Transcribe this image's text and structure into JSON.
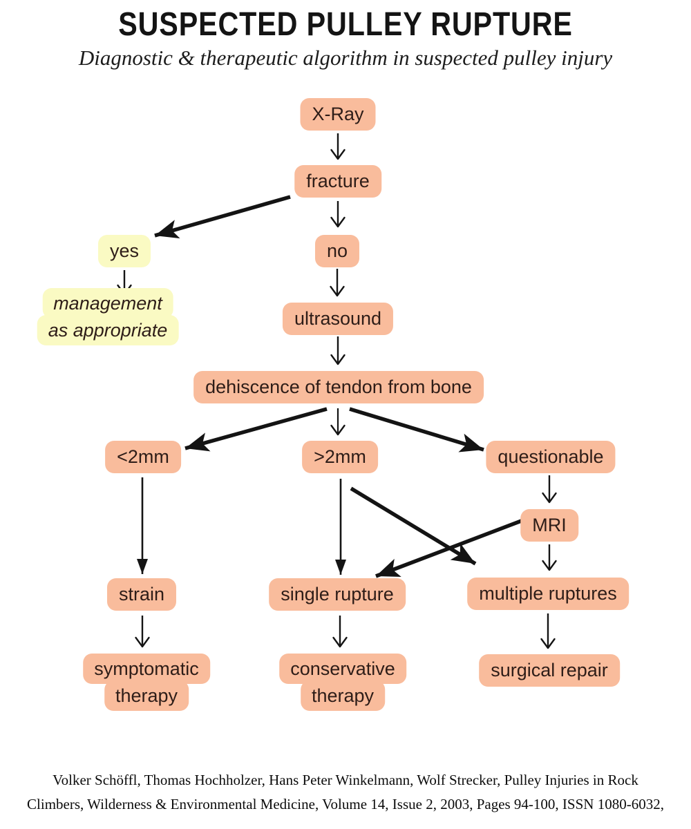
{
  "title": "SUSPECTED PULLEY RUPTURE",
  "subtitle": "Diagnostic & therapeutic algorithm in suspected pulley injury",
  "colors": {
    "node_fill": "#f9bc9c",
    "decision_fill": "#fafac3",
    "node_text": "#2e1d18",
    "arrow": "#141414",
    "background": "#ffffff"
  },
  "nodes": {
    "xray": "X-Ray",
    "fracture": "fracture",
    "yes": "yes",
    "no": "no",
    "management_line1": "management",
    "management_line2": "as appropriate",
    "ultrasound": "ultrasound",
    "dehiscence": "dehiscence of tendon from bone",
    "lt2mm": "<2mm",
    "gt2mm": ">2mm",
    "questionable": "questionable",
    "mri": "MRI",
    "strain": "strain",
    "single_rupture": "single rupture",
    "multiple_ruptures": "multiple ruptures",
    "symptomatic_line1": "symptomatic",
    "symptomatic_line2": "therapy",
    "conservative_line1": "conservative",
    "conservative_line2": "therapy",
    "surgical_repair": "surgical repair"
  },
  "edges": [
    {
      "from": "X-Ray",
      "to": "fracture",
      "style": "thin"
    },
    {
      "from": "fracture",
      "to": "yes",
      "style": "thick"
    },
    {
      "from": "fracture",
      "to": "no",
      "style": "thin"
    },
    {
      "from": "yes",
      "to": "management as appropriate",
      "style": "thin"
    },
    {
      "from": "no",
      "to": "ultrasound",
      "style": "thin"
    },
    {
      "from": "ultrasound",
      "to": "dehiscence of tendon from bone",
      "style": "thin"
    },
    {
      "from": "dehiscence of tendon from bone",
      "to": "<2mm",
      "style": "thick"
    },
    {
      "from": "dehiscence of tendon from bone",
      "to": ">2mm",
      "style": "thin"
    },
    {
      "from": "dehiscence of tendon from bone",
      "to": "questionable",
      "style": "thick"
    },
    {
      "from": "<2mm",
      "to": "strain",
      "style": "thin"
    },
    {
      "from": ">2mm",
      "to": "single rupture",
      "style": "thin"
    },
    {
      "from": ">2mm",
      "to": "multiple ruptures",
      "style": "thick"
    },
    {
      "from": "questionable",
      "to": "MRI",
      "style": "thin"
    },
    {
      "from": "MRI",
      "to": "single rupture",
      "style": "thick"
    },
    {
      "from": "MRI",
      "to": "multiple ruptures",
      "style": "thin"
    },
    {
      "from": "strain",
      "to": "symptomatic therapy",
      "style": "thin"
    },
    {
      "from": "single rupture",
      "to": "conservative therapy",
      "style": "thin"
    },
    {
      "from": "multiple ruptures",
      "to": "surgical repair",
      "style": "thin"
    }
  ],
  "citation": {
    "line1": "Volker Schöffl, Thomas Hochholzer, Hans Peter Winkelmann, Wolf Strecker, Pulley Injuries in Rock",
    "line2": "Climbers, Wilderness & Environmental Medicine, Volume 14, Issue 2, 2003, Pages 94-100, ISSN 1080-6032,"
  }
}
